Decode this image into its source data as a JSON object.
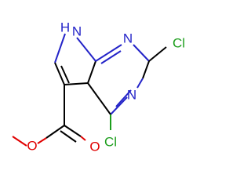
{
  "colors": {
    "bond": "#000000",
    "nitrogen": "#2323c8",
    "oxygen": "#e00000",
    "chlorine": "#1c9e1c",
    "background": "#ffffff"
  },
  "atoms": {
    "nh_label": "H",
    "nh_n_label": "N",
    "n1_label": "N",
    "n3_label": "N",
    "cl_top_label": "Cl",
    "cl_bottom_label": "Cl",
    "o_ester_label": "O",
    "o_carbonyl_label": "O"
  }
}
